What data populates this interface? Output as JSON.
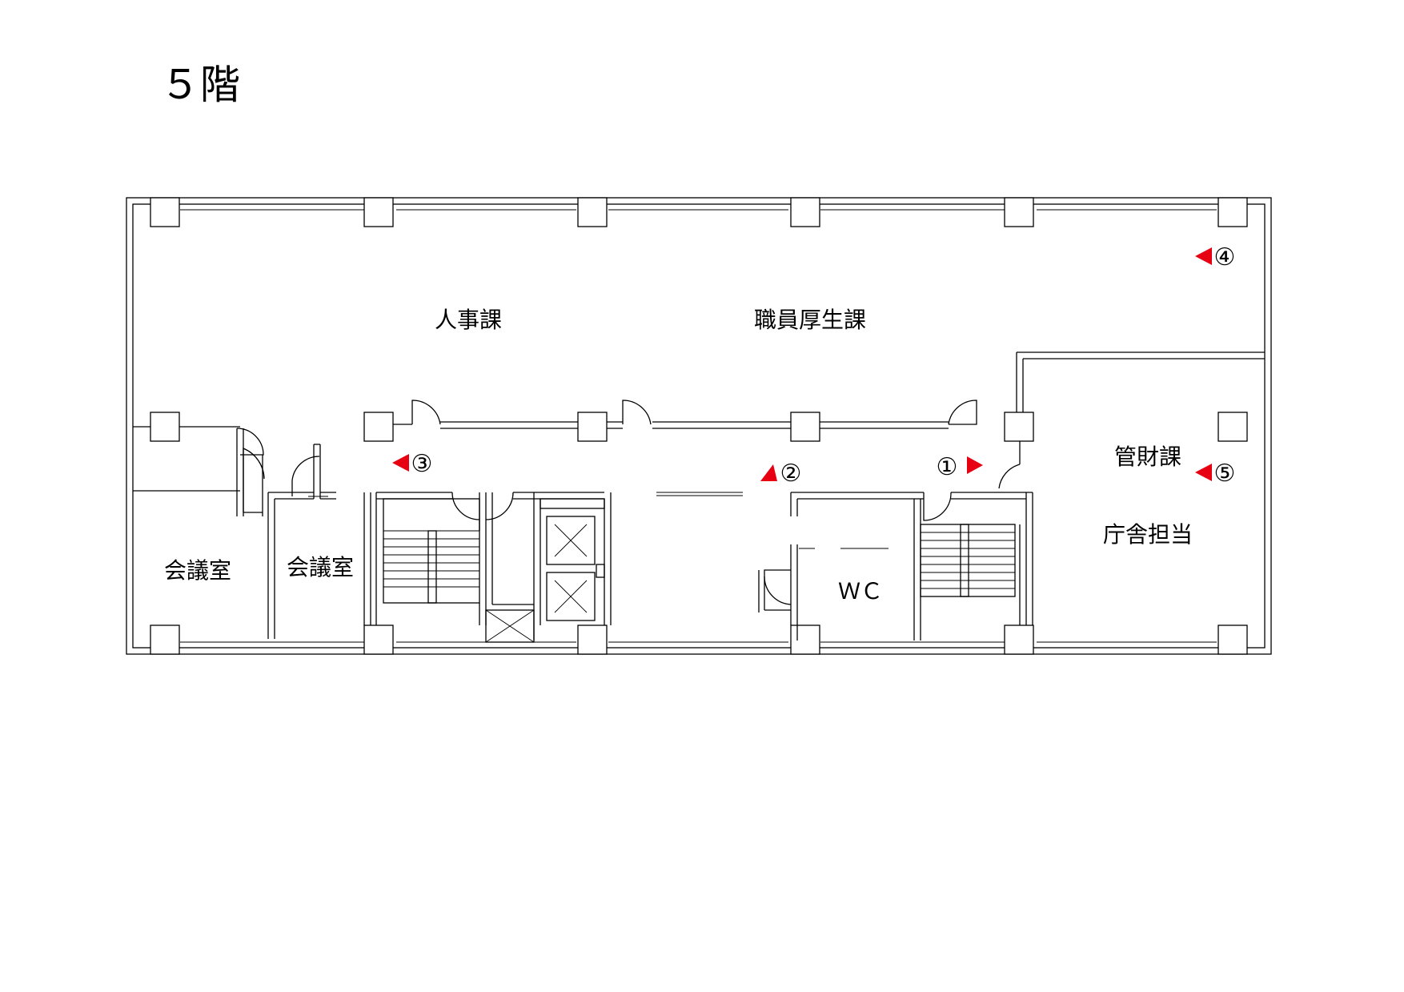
{
  "title": "５階",
  "rooms": {
    "jinji": "人事課",
    "shokuin": "職員厚生課",
    "kanzai": "管財課",
    "chosha": "庁舎担当",
    "kaigi1": "会議室",
    "kaigi2": "会議室",
    "wc": "ＷＣ"
  },
  "markers": [
    {
      "label": "①",
      "direction": "right"
    },
    {
      "label": "②",
      "direction": "up-left"
    },
    {
      "label": "③",
      "direction": "left"
    },
    {
      "label": "④",
      "direction": "left"
    },
    {
      "label": "⑤",
      "direction": "left"
    }
  ],
  "colors": {
    "marker": "#e60012",
    "line": "#000000",
    "background": "#ffffff"
  }
}
